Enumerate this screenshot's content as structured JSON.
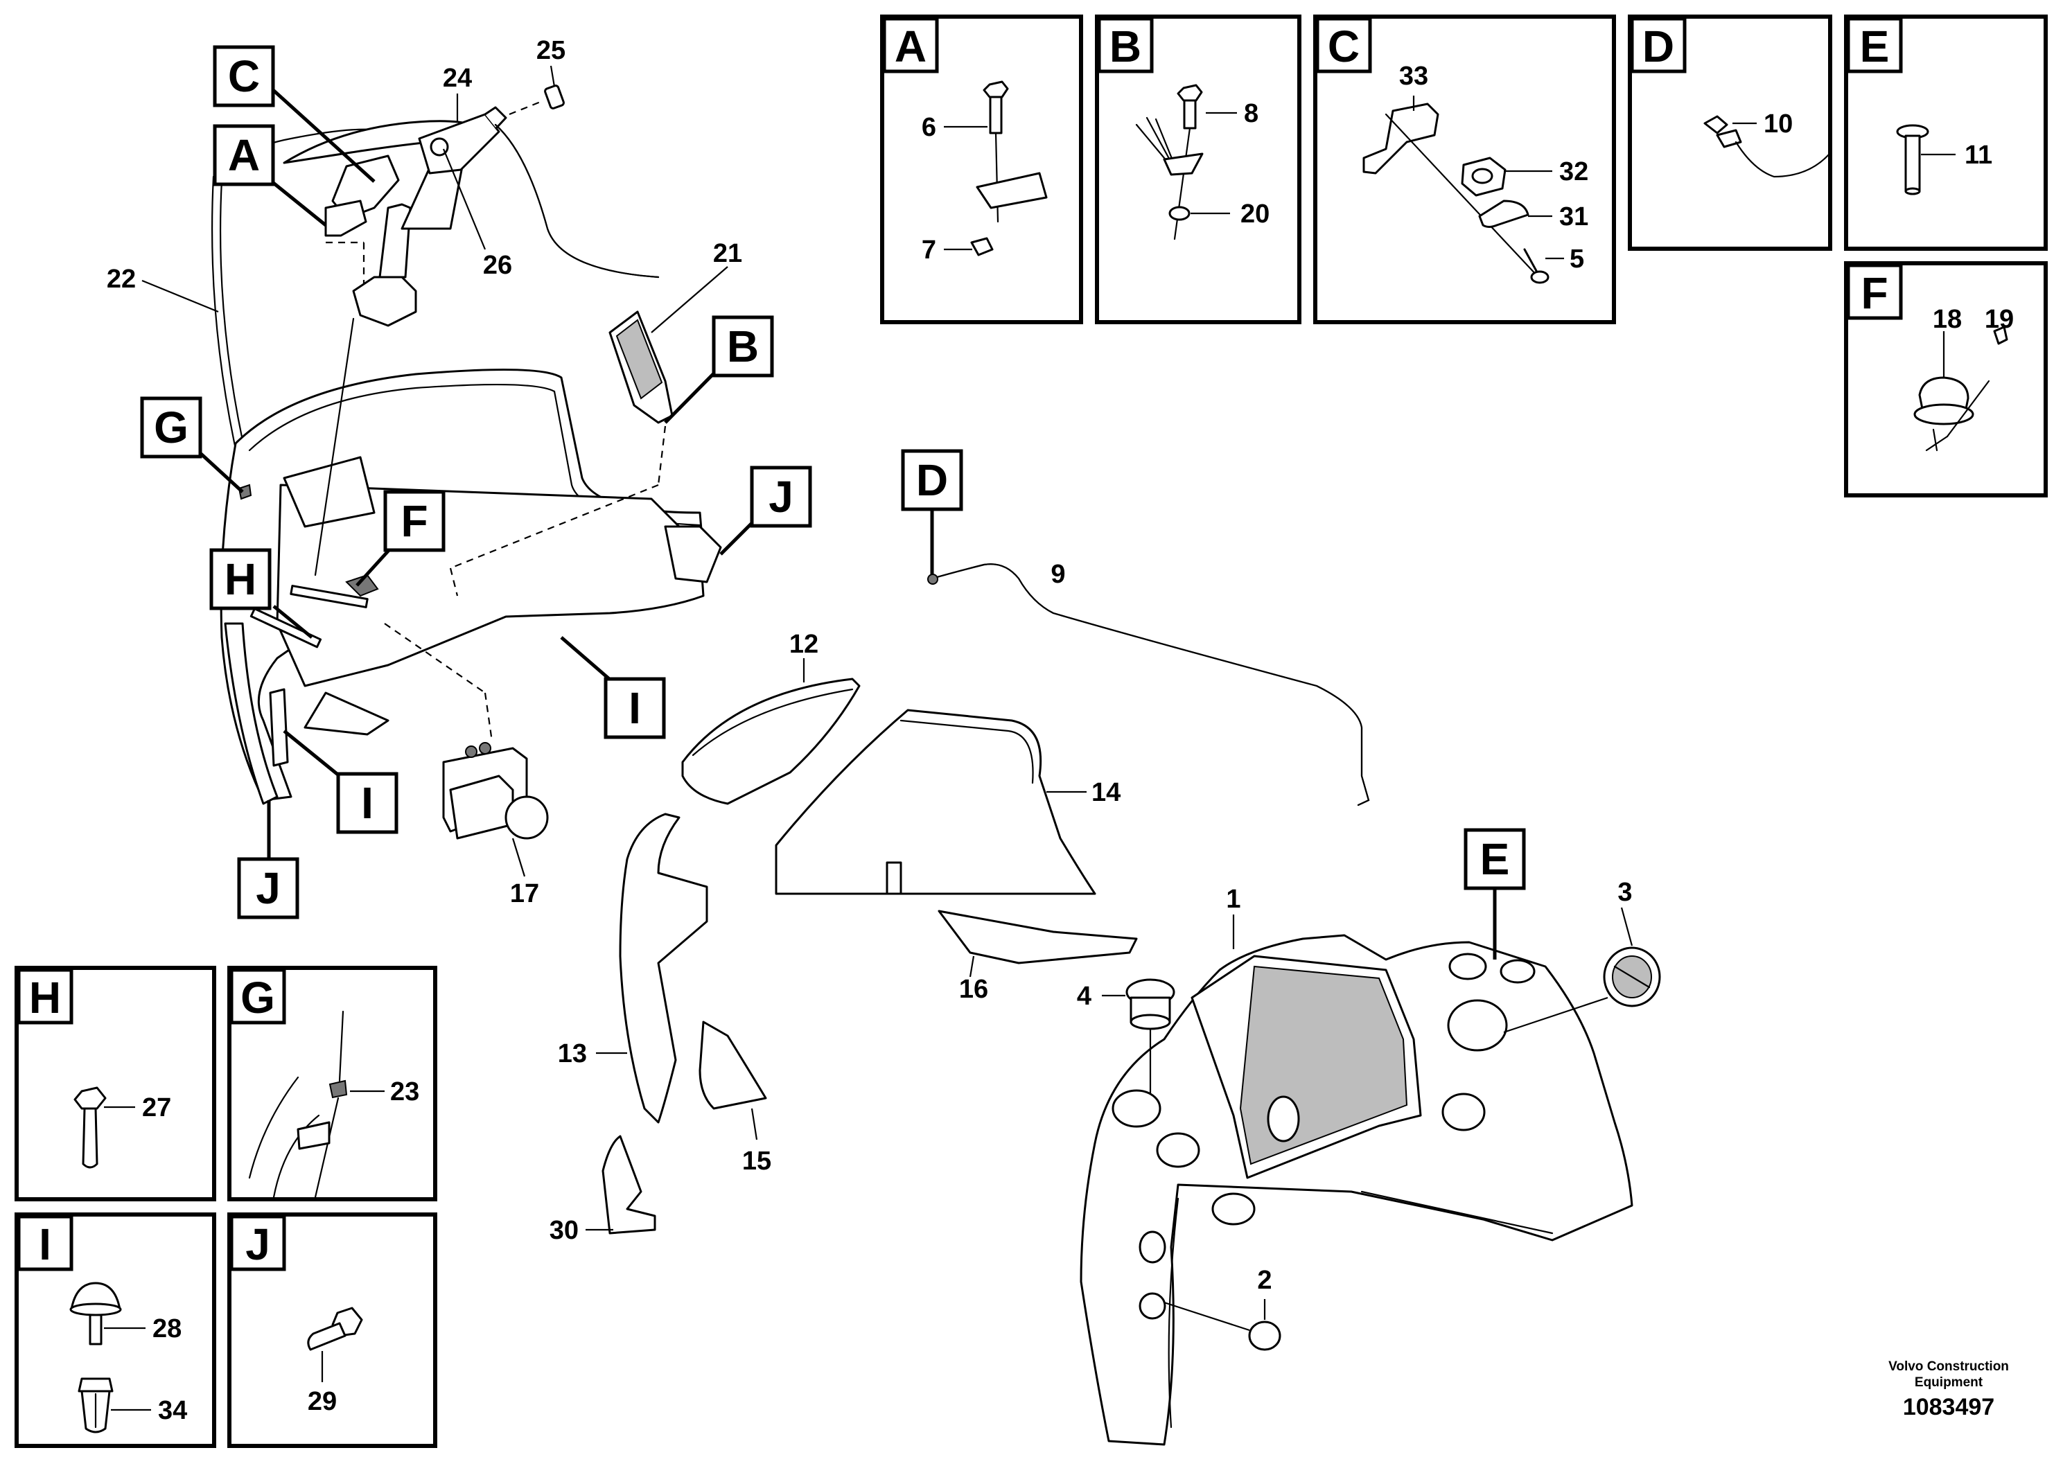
{
  "callouts": {
    "main": {
      "C": "C",
      "A": "A",
      "B": "B",
      "G": "G",
      "F": "F",
      "H": "H",
      "J_right": "J",
      "I_center": "I",
      "I_left": "I",
      "J_bottom": "J",
      "D": "D",
      "E": "E"
    },
    "numbers": {
      "n1": "1",
      "n2": "2",
      "n3": "3",
      "n4": "4",
      "n9": "9",
      "n12": "12",
      "n13": "13",
      "n14": "14",
      "n15": "15",
      "n16": "16",
      "n17": "17",
      "n21": "21",
      "n22": "22",
      "n24": "24",
      "n25": "25",
      "n26": "26",
      "n30": "30"
    }
  },
  "detail_panels": {
    "A": {
      "label": "A",
      "parts": [
        "6",
        "7"
      ]
    },
    "B": {
      "label": "B",
      "parts": [
        "8",
        "20"
      ]
    },
    "C": {
      "label": "C",
      "parts": [
        "33",
        "32",
        "31",
        "5"
      ]
    },
    "D": {
      "label": "D",
      "parts": [
        "10"
      ]
    },
    "E": {
      "label": "E",
      "parts": [
        "11"
      ]
    },
    "F": {
      "label": "F",
      "parts": [
        "18",
        "19"
      ]
    },
    "H": {
      "label": "H",
      "parts": [
        "27"
      ]
    },
    "G": {
      "label": "G",
      "parts": [
        "23"
      ]
    },
    "I": {
      "label": "I",
      "parts": [
        "28",
        "34"
      ]
    },
    "J": {
      "label": "J",
      "parts": [
        "29"
      ]
    }
  },
  "publisher": {
    "line1": "Volvo Construction",
    "line2": "Equipment",
    "drawing_number": "1083497"
  }
}
